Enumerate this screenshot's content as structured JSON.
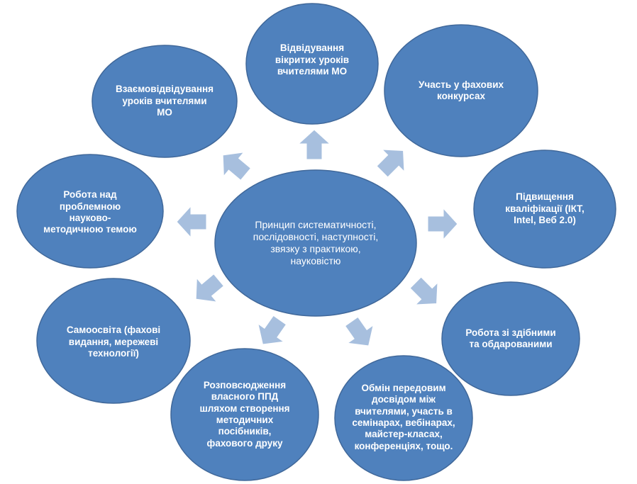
{
  "center": {
    "label": "Принцип систематичності,\nпослідовності, наступності,\nзвязку з практикою,\nнауковістю"
  },
  "nodes": [
    {
      "label": "Відвідування\nвікритих уроків\nвчителями МО"
    },
    {
      "label": "Участь у фахових\nконкурсах"
    },
    {
      "label": "Підвищення\nкваліфікації (ІКТ,\nIntel, Веб 2.0)"
    },
    {
      "label": "Робота зі здібними\nта обдарованими"
    },
    {
      "label": "Обмін передовим\nдосвідом між\nвчителями, участь в\nсемінарах, вебінарах,\nмайстер-класах,\nконференціях, тощо."
    },
    {
      "label": "Розповсюдження\nвласного ППД\nшляхом створення\nметодичних\nпосібників,\nфахового друку"
    },
    {
      "label": "Самоосвіта (фахові\nвидання, мережеві\nтехнології)"
    },
    {
      "label": "Робота над\nпроблемною\nнауково-\nметодичною темою"
    },
    {
      "label": "Взаємовідвідування\nуроків вчителями\nМО"
    }
  ],
  "colors": {
    "circle_fill": "#4f81bd",
    "circle_stroke": "#40689a",
    "arrow_fill": "#a7bfde",
    "text": "#ffffff"
  }
}
